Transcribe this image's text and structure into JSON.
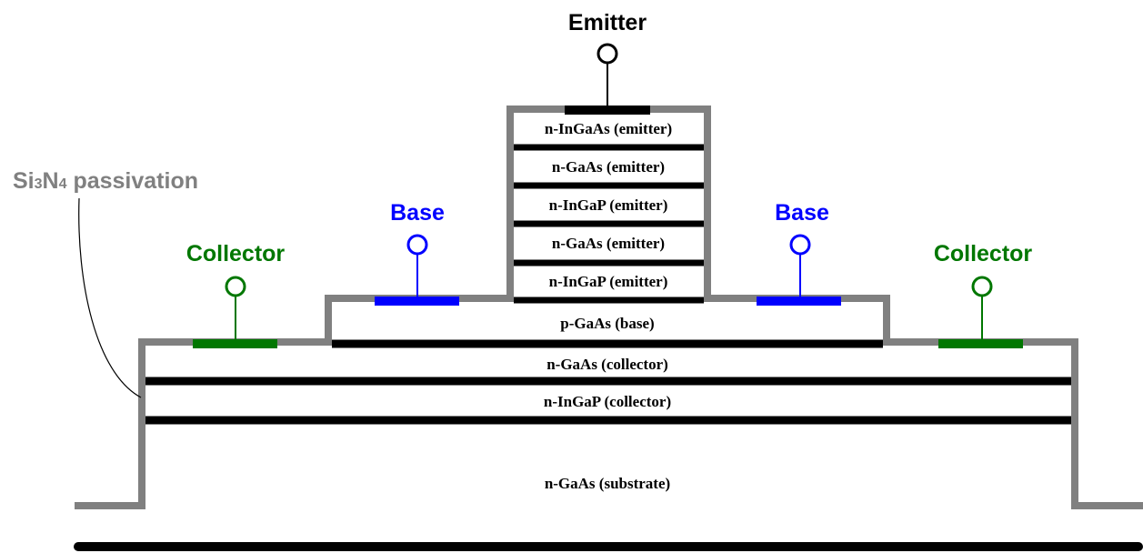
{
  "colors": {
    "passivation": "#808080",
    "base": "#0000ff",
    "collector": "#007700",
    "emitter": "#000000",
    "layer_interface": "#000000"
  },
  "labels": {
    "emitter": "Emitter",
    "base_left": "Base",
    "base_right": "Base",
    "collector_left": "Collector",
    "collector_right": "Collector",
    "passivation": "Si3N4 passivation",
    "passivation_parts": {
      "prefix": "Si",
      "sub1": "3",
      "mid": "N",
      "sub2": "4",
      "suffix": " passivation"
    }
  },
  "layers": {
    "emitter_ingaas": "n-InGaAs (emitter)",
    "emitter_gaas_1": "n-GaAs (emitter)",
    "emitter_ingap_1": "n-InGaP (emitter)",
    "emitter_gaas_2": "n-GaAs (emitter)",
    "emitter_ingap_2": "n-InGaP (emitter)",
    "base": "p-GaAs (base)",
    "collector_gaas": "n-GaAs (collector)",
    "collector_ingap": "n-InGaP (collector)",
    "substrate": "n-GaAs (substrate)"
  }
}
